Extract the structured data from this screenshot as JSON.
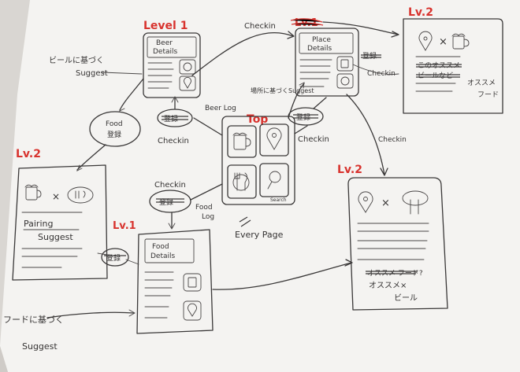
{
  "screens": {
    "top": {
      "level": "Top"
    },
    "beer_details": {
      "level": "Level 1",
      "title_line1": "Beer",
      "title_line2": "Details"
    },
    "place_details": {
      "level_struck": "Lv.1",
      "title_line1": "Place",
      "title_line2": "Details"
    },
    "food_details": {
      "level": "Lv.1",
      "title_line1": "Food",
      "title_line2": "Details"
    },
    "pairing_suggest": {
      "level": "Lv.2",
      "cross": "×",
      "title_line1": "Pairing",
      "title_line2": "Suggest"
    },
    "place_recommend_food": {
      "level": "Lv.2",
      "cross": "×",
      "list_line1_struck": "このオススメ",
      "list_line2_struck": "ビールなど",
      "caption_line1": "オススメ",
      "caption_line2": "フード"
    },
    "place_recommend_beer": {
      "level": "Lv.2",
      "cross": "×",
      "struck_line": "オススメ フード?",
      "caption_line1": "オススメ×",
      "caption_line2": "ビール"
    }
  },
  "top_tiles": {
    "search_label": "Search"
  },
  "labels": {
    "beer_suggest_line1": "ビールに基づく",
    "beer_suggest_line2": "Suggest",
    "checkin_top": "Checkin",
    "checkin_beer": "Checkin",
    "checkin_place": "Checkin",
    "checkin_right": "Checkin",
    "checkin_food": "Checkin",
    "beer_log": "Beer Log",
    "food_log_line1": "Food",
    "food_log_line2": "Log",
    "place_suggest": "場所に基づくSuggest",
    "register_struck_place": "登録",
    "register_struck_beer": "登録",
    "register_struck_top": "登録",
    "register_struck_food": "登録",
    "food_register_line1": "Food",
    "food_register_line2": "登録",
    "pairing_register": "登録",
    "every_page": "Every Page",
    "food_suggest_line1": "フードに基づく",
    "food_suggest_line2": "Suggest"
  }
}
